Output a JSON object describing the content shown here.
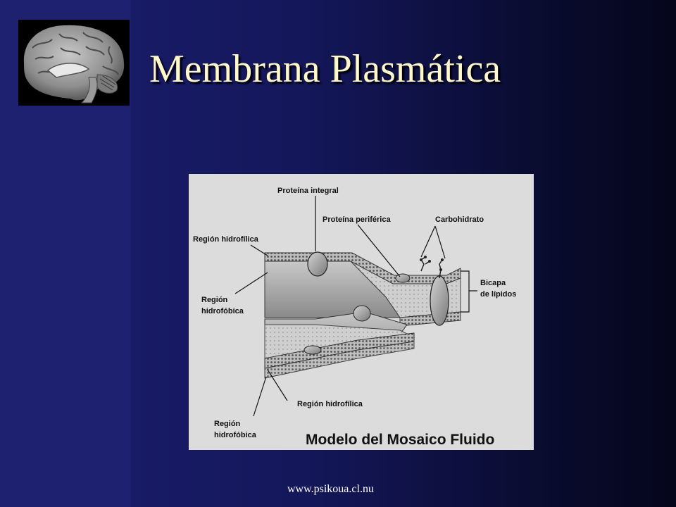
{
  "slide": {
    "title": "Membrana Plasmática",
    "footer_url": "www.psikoua.cl.nu"
  },
  "figure": {
    "caption": "Modelo del Mosaico Fluido",
    "labels": {
      "integral_protein": "Proteína integral",
      "peripheral_protein": "Proteína periférica",
      "carbohydrate": "Carbohidrato",
      "hydrophilic_top": "Región hidrofílica",
      "hydrophobic_left_1": "Región",
      "hydrophobic_left_2": "hidrofóbica",
      "bilayer_1": "Bicapa",
      "bilayer_2": "de lípidos",
      "hydrophilic_bottom": "Región hidrofílica",
      "hydrophobic_bottom_1": "Región",
      "hydrophobic_bottom_2": "hidrofóbica"
    }
  },
  "colors": {
    "background": "#1b1f6e",
    "title": "#fff8cc",
    "figure_background": "#dcdcdc"
  },
  "icons": {
    "logo": "brain-icon"
  }
}
